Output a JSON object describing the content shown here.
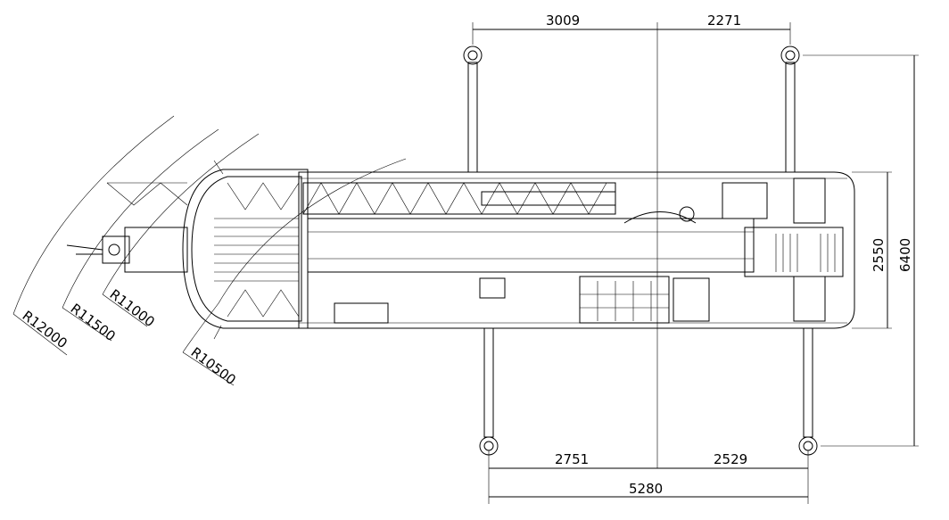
{
  "drawing": {
    "top_dims": {
      "left": "3009",
      "right": "2271"
    },
    "bottom_dims": {
      "left": "2751",
      "right": "2529",
      "total": "5280"
    },
    "side_dims": {
      "body_width": "2550",
      "outrigger_span": "6400"
    },
    "radii": {
      "r1": "R12000",
      "r2": "R11500",
      "r3": "R11000",
      "r4": "R10500"
    }
  }
}
